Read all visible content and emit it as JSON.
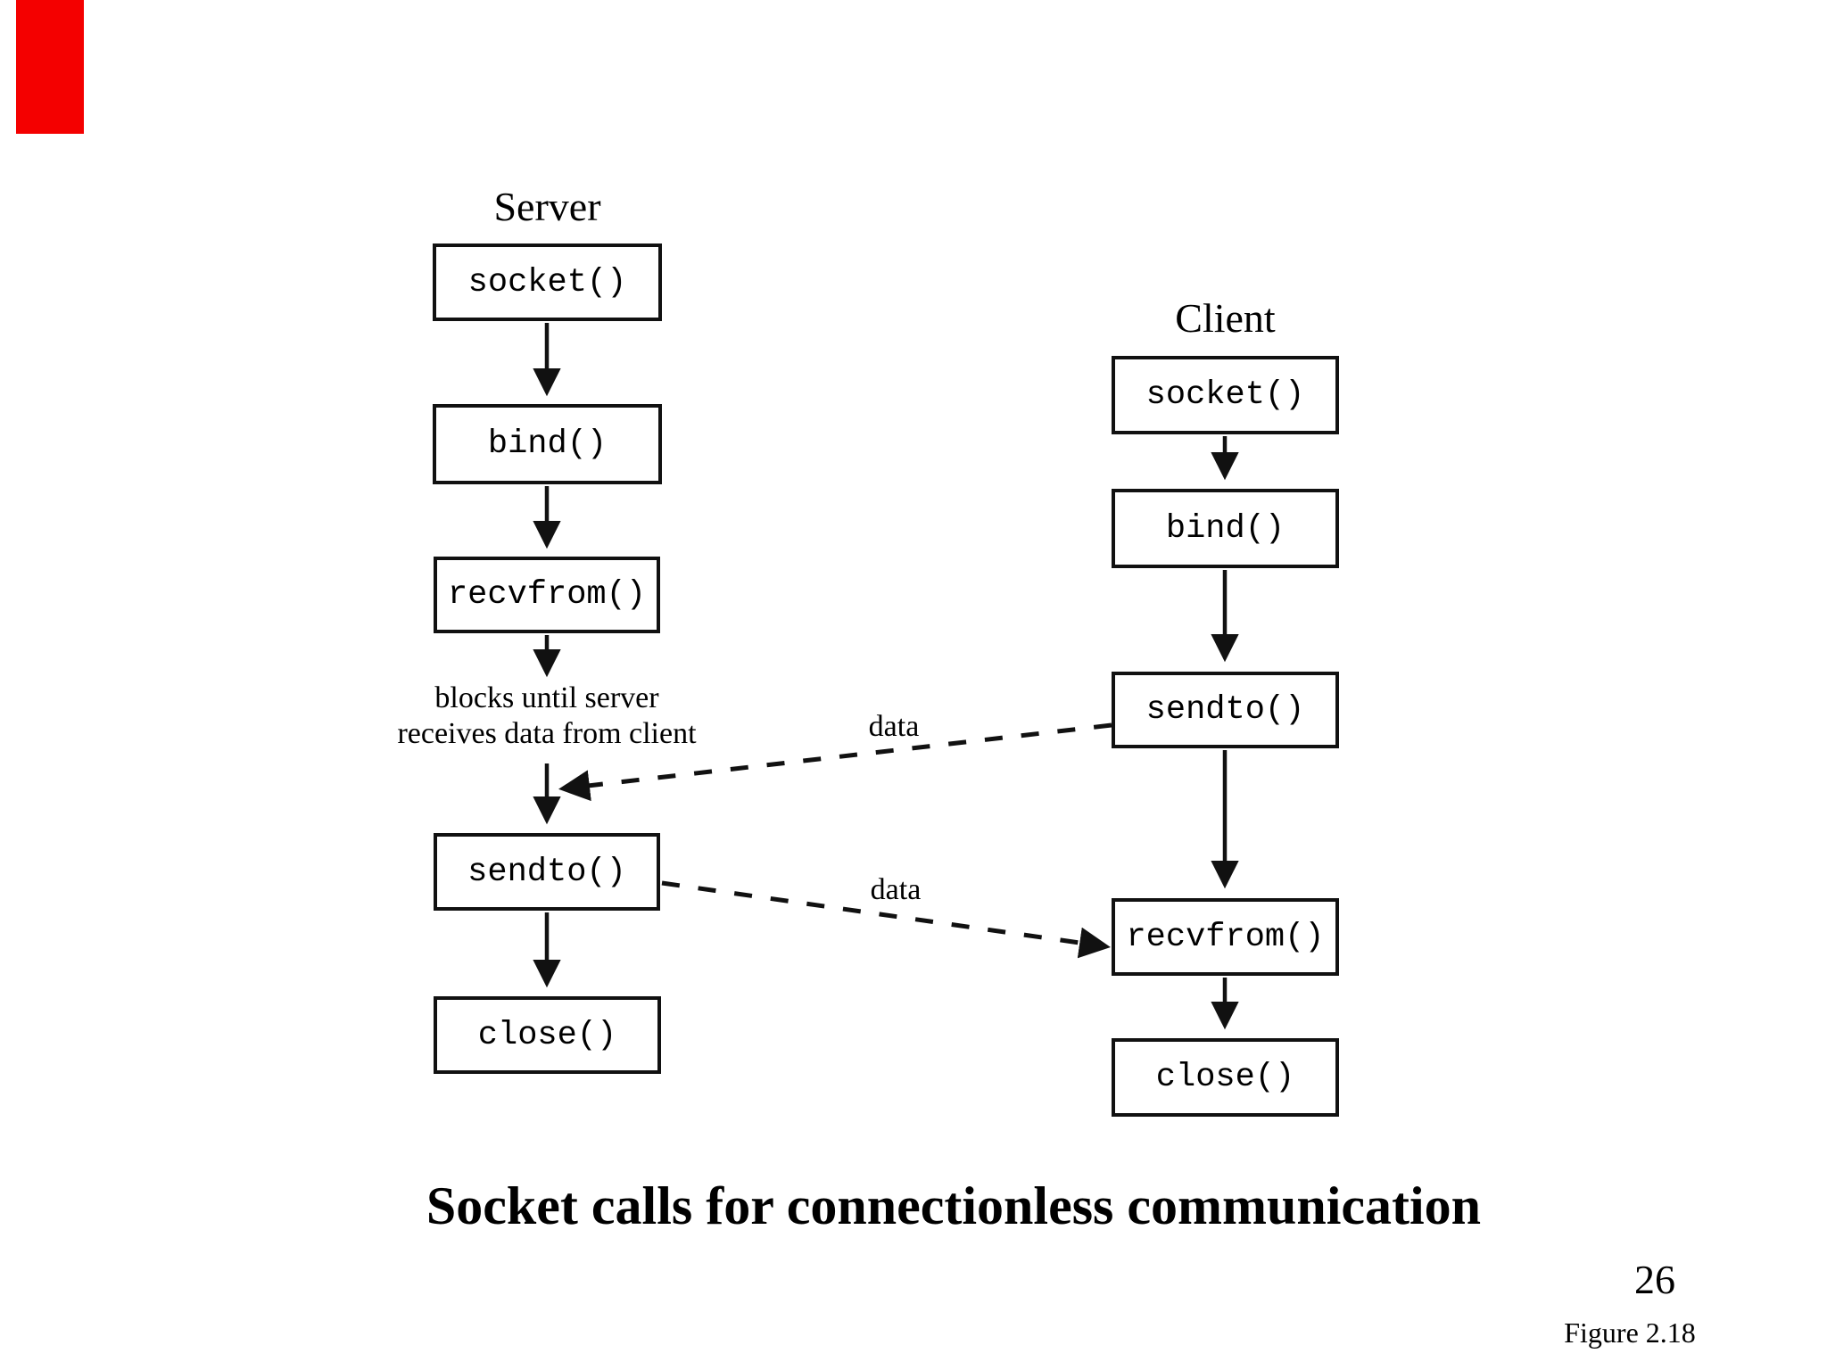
{
  "figure": {
    "server": {
      "title": "Server",
      "boxes": [
        "socket()",
        "bind()",
        "recvfrom()",
        "sendto()",
        "close()"
      ],
      "note": [
        "blocks until server",
        "receives data from client"
      ]
    },
    "client": {
      "title": "Client",
      "boxes": [
        "socket()",
        "bind()",
        "sendto()",
        "recvfrom()",
        "close()"
      ]
    },
    "arrow_labels": [
      "data",
      "data"
    ],
    "caption": "Socket calls for connectionless communication",
    "page_number": "26",
    "figure_label": "Figure 2.18",
    "colors": {
      "line": "#111111",
      "background": "#ffffff",
      "red_marker": "#f40000",
      "text": "#000000"
    }
  }
}
